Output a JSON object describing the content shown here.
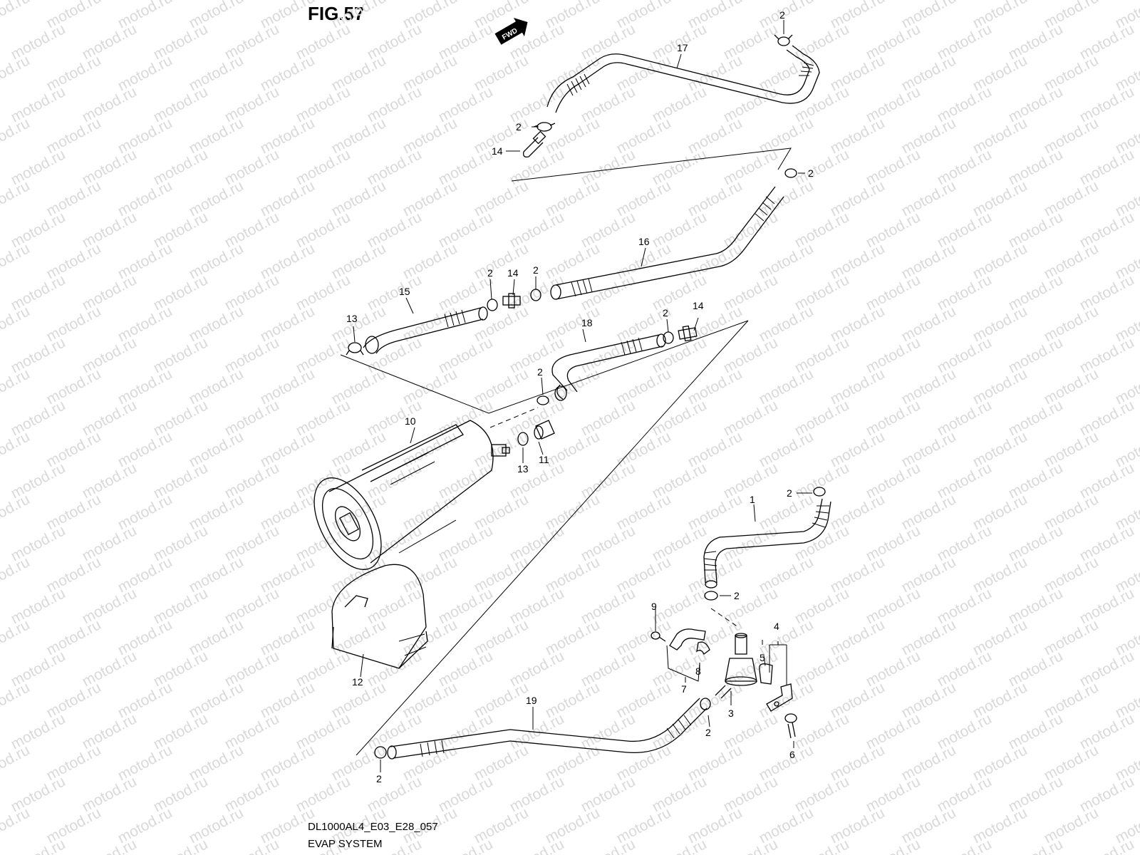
{
  "figure": {
    "title": "FIG.57",
    "fwd_label": "FWD",
    "model_code": "DL1000AL4_E03_E28_057",
    "section_name": "EVAP SYSTEM",
    "watermark": "motod.ru"
  },
  "callouts": {
    "c1": "1",
    "c3": "3",
    "c4": "4",
    "c5": "5",
    "c6": "6",
    "c7": "7",
    "c8": "8",
    "c9": "9",
    "c10": "10",
    "c11": "11",
    "c12": "12",
    "c13a": "13",
    "c13b": "13",
    "c14a": "14",
    "c14b": "14",
    "c14c": "14",
    "c15": "15",
    "c16": "16",
    "c17": "17",
    "c18": "18",
    "c19": "19",
    "c2a": "2",
    "c2b": "2",
    "c2c": "2",
    "c2d": "2",
    "c2e": "2",
    "c2f": "2",
    "c2g": "2",
    "c2h": "2",
    "c2i": "2",
    "c2j": "2",
    "c2k": "2"
  }
}
